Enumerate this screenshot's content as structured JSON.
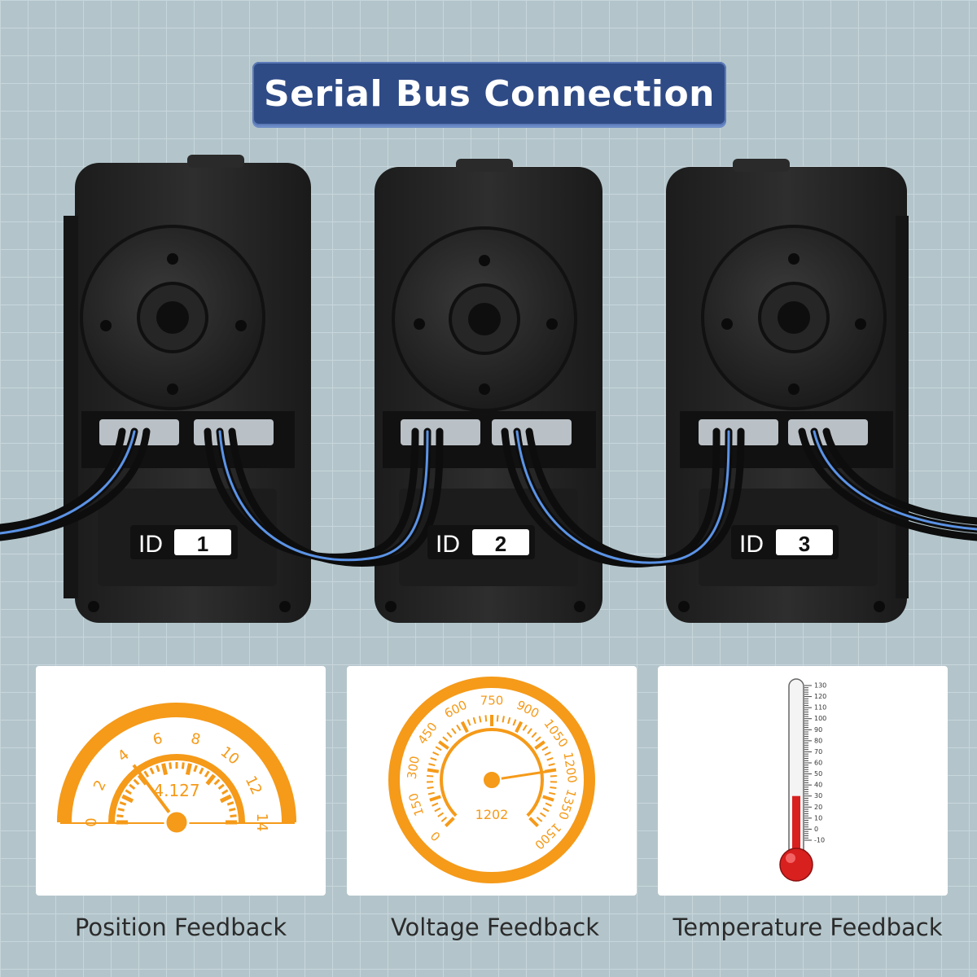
{
  "banner": {
    "title": "Serial Bus Connection"
  },
  "servos": [
    {
      "prefix": "ID",
      "id": "1"
    },
    {
      "prefix": "ID",
      "id": "2"
    },
    {
      "prefix": "ID",
      "id": "3"
    }
  ],
  "position_gauge": {
    "ticks": [
      "0",
      "2",
      "4",
      "6",
      "8",
      "10",
      "12",
      "14"
    ],
    "value_text": "4.127",
    "value": 4.127,
    "min": 0,
    "max": 14,
    "caption": "Position Feedback"
  },
  "voltage_gauge": {
    "ticks": [
      "0",
      "150",
      "300",
      "450",
      "600",
      "750",
      "900",
      "1050",
      "1200",
      "1350",
      "1500"
    ],
    "value_text": "1202",
    "value": 1202,
    "min": 0,
    "max": 1500,
    "caption": "Voltage Feedback"
  },
  "thermometer": {
    "ticks": [
      "-10",
      "0",
      "10",
      "20",
      "30",
      "40",
      "50",
      "60",
      "70",
      "80",
      "90",
      "100",
      "110",
      "120",
      "130"
    ],
    "level": 30,
    "caption": "Temperature Feedback"
  },
  "colors": {
    "accent": "#f59a19",
    "banner": "#2f4b86",
    "cable_blue": "#5b93e6",
    "mercury": "#d8201f"
  }
}
